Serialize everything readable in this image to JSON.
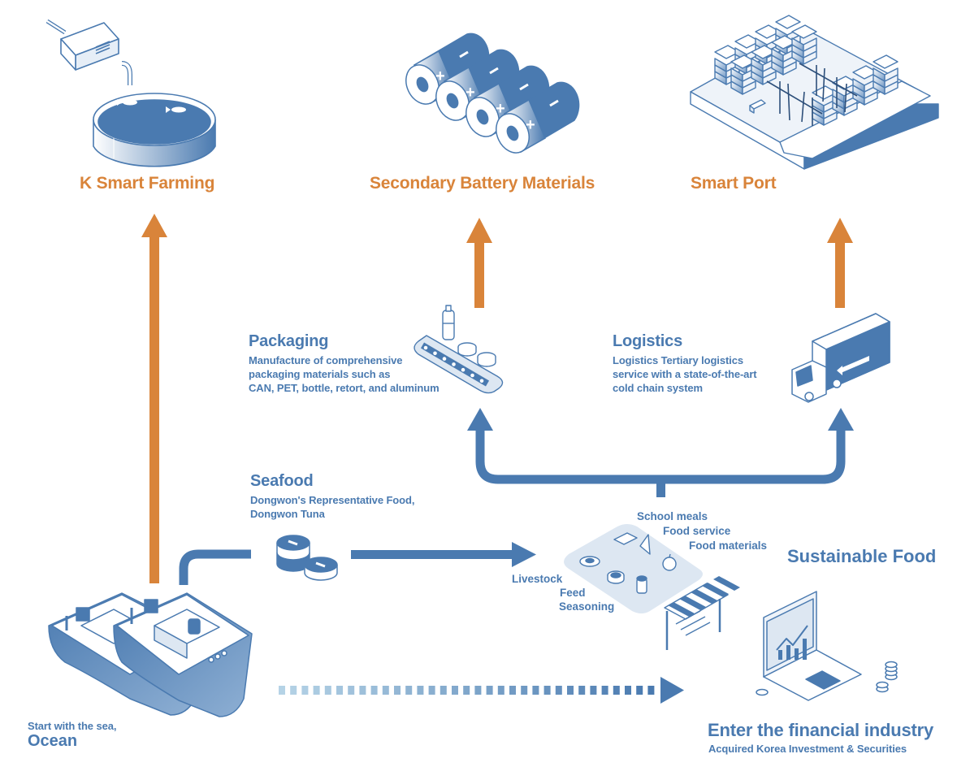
{
  "diagram": {
    "top_targets": [
      {
        "id": "k-smart-farming",
        "label": "K Smart Farming",
        "icon": "fish-farm-tank-icon"
      },
      {
        "id": "secondary-battery",
        "label": "Secondary Battery Materials",
        "icon": "battery-icon"
      },
      {
        "id": "smart-port",
        "label": "Smart Port",
        "icon": "container-port-icon"
      }
    ],
    "packaging": {
      "title": "Packaging",
      "description": [
        "Manufacture of comprehensive",
        "packaging materials such as",
        "CAN, PET, bottle, retort, and aluminum"
      ],
      "icon": "conveyor-belt-icon"
    },
    "logistics": {
      "title": "Logistics",
      "description": [
        "Logistics Tertiary logistics",
        "service with a state-of-the-art",
        "cold chain system"
      ],
      "icon": "delivery-truck-icon"
    },
    "seafood": {
      "title": "Seafood",
      "description": [
        "Dongwon's Representative Food,",
        "Dongwon Tuna"
      ],
      "icon": "tuna-can-icon"
    },
    "food_hub": {
      "labels_top": [
        "School meals",
        "Food service",
        "Food materials"
      ],
      "labels_left": [
        "Livestock",
        "Feed",
        "Seasoning"
      ],
      "title": "Sustainable Food",
      "icon": "food-market-stall-icon"
    },
    "ocean": {
      "subtitle": "Start with the sea,",
      "title": "Ocean",
      "icon": "fishing-ships-icon"
    },
    "financial": {
      "title": "Enter the financial industry",
      "subtitle": "Acquired Korea Investment & Securities",
      "icon": "laptop-chart-icon"
    },
    "colors": {
      "orange": "#d9843a",
      "blue": "#4a7ab0",
      "light_blue": "#dde7f2",
      "pale_blue": "#eef3f9"
    }
  }
}
